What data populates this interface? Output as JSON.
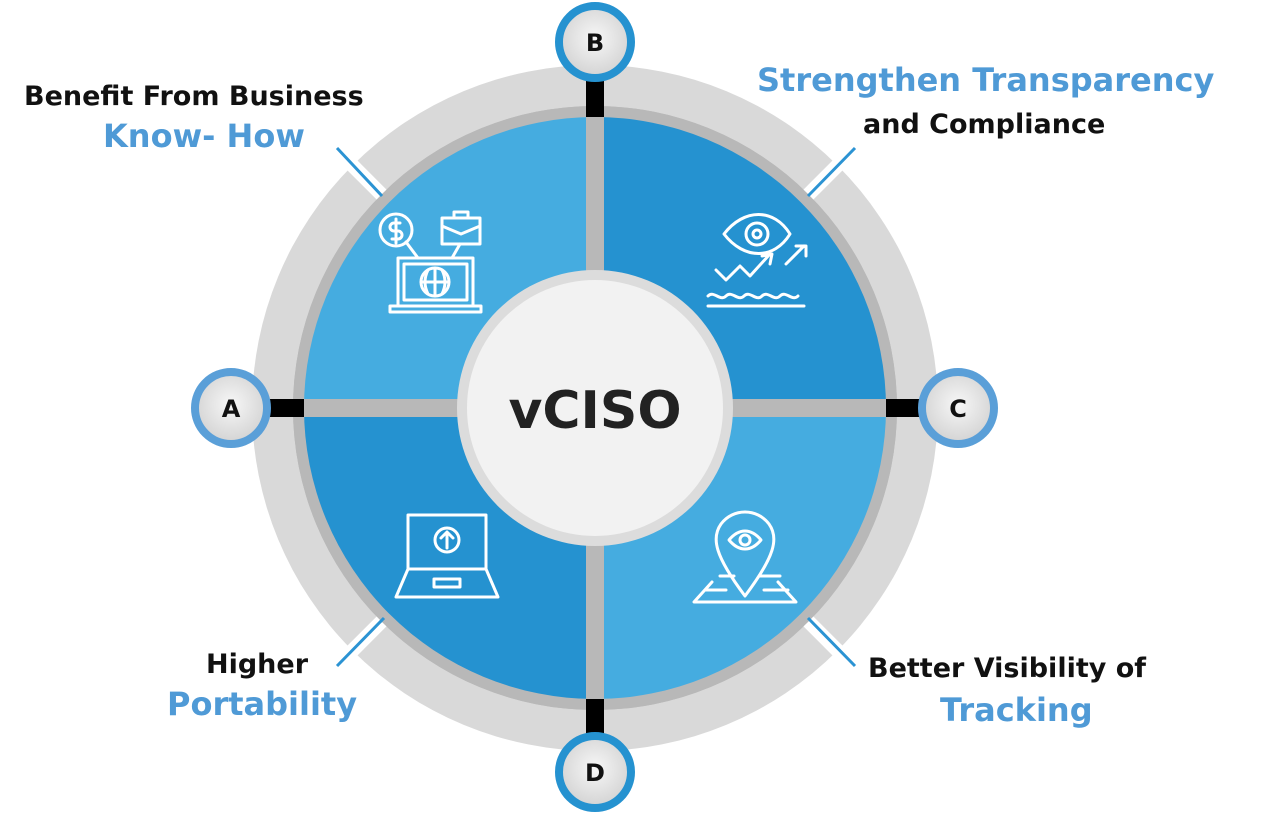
{
  "center": {
    "label": "vCISO"
  },
  "markers": {
    "a": "A",
    "b": "B",
    "c": "C",
    "d": "D"
  },
  "benefits": [
    {
      "line1": "Benefit From Business",
      "line2": "Know- How",
      "icon": "business-laptop-icon"
    },
    {
      "line1": "Strengthen Transparency",
      "line2": "and Compliance",
      "icon": "eye-growth-icon"
    },
    {
      "line1": "Higher",
      "line2": "Portability",
      "icon": "laptop-upload-icon"
    },
    {
      "line1": "Better Visibility of",
      "line2": "Tracking",
      "icon": "location-eye-icon"
    }
  ],
  "colors": {
    "light_blue": "#45ace0",
    "dark_blue": "#2592d0",
    "accent_text": "#4f9ad6",
    "ring": "#d9d9d9"
  }
}
